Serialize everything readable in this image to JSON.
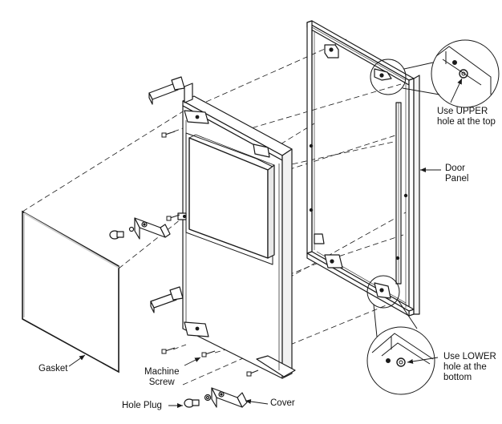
{
  "labels": {
    "upper_hole": "Use UPPER\nhole at the top",
    "door_panel": "Door\nPanel",
    "lower_hole": "Use LOWER\nhole at the\nbottom",
    "gasket": "Gasket",
    "machine_screw": "Machine\nScrew",
    "cover": "Cover",
    "hole_plug": "Hole Plug"
  },
  "colors": {
    "line": "#1a1a1a",
    "panel_edge": "#cfcfcf",
    "fill": "#ffffff"
  }
}
